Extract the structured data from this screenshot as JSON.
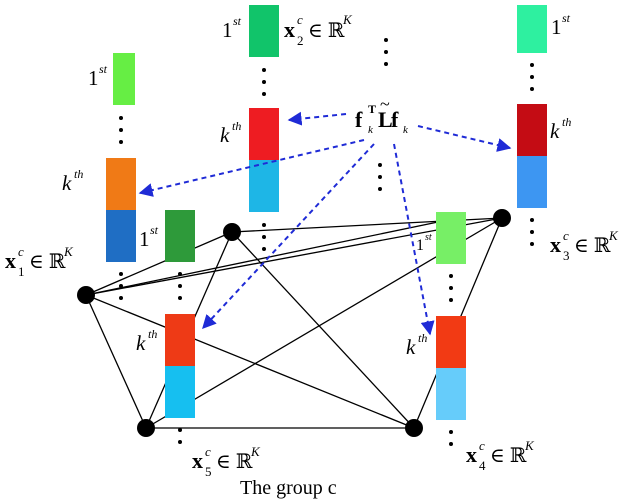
{
  "diagram": {
    "caption": "The group c",
    "ordinal_first": "1",
    "ordinal_first_sup": "st",
    "ordinal_k": "k",
    "ordinal_k_sup": "th",
    "center_formula": {
      "f": "f",
      "sub_k": "k",
      "sup_T": "T",
      "L": "L",
      "tilde": "~"
    },
    "nodes": [
      {
        "id": "x1",
        "vec": "x",
        "sub": "1",
        "sup": "c",
        "member": "∈ ℝ",
        "dim": "K"
      },
      {
        "id": "x2",
        "vec": "x",
        "sub": "2",
        "sup": "c",
        "member": "∈ ℝ",
        "dim": "K"
      },
      {
        "id": "x3",
        "vec": "x",
        "sub": "3",
        "sup": "c",
        "member": "∈ ℝ",
        "dim": "K"
      },
      {
        "id": "x4",
        "vec": "x",
        "sub": "4",
        "sup": "c",
        "member": "∈ ℝ",
        "dim": "K"
      },
      {
        "id": "x5",
        "vec": "x",
        "sub": "5",
        "sup": "c",
        "member": "∈ ℝ",
        "dim": "K"
      }
    ],
    "colors": {
      "arrow": "#1f2bd6",
      "edge": "#000000",
      "node": "#000000",
      "first_x1": "#66ee44",
      "k_x1": "#f07a16",
      "below_x1": "#1f6ec4",
      "first_x2": "#11c46a",
      "k_x2": "#ee1c22",
      "below_x2": "#1eb6e6",
      "first_x3": "#2ef0a0",
      "k_x3": "#c40c14",
      "below_x3": "#3d96f2",
      "first_x5": "#2e9a3a",
      "k_x5": "#ee3a16",
      "below_x5": "#16bff0",
      "first_x4": "#77ef66",
      "k_x4": "#f23a14",
      "below_x4": "#66ccfa"
    }
  }
}
